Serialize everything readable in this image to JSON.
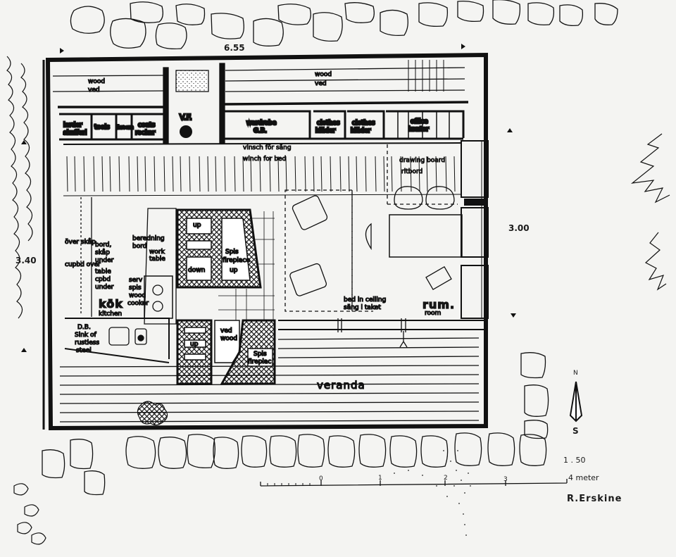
{
  "drawing": {
    "dimensions": {
      "width_top": "6.55",
      "depth_left": "3.40",
      "depth_right": "3.00"
    },
    "labels": {
      "wood_left": "wood",
      "ved_left": "ved",
      "wood_right": "wood",
      "ved_right": "ved",
      "larder": "larder",
      "skafferi": "skafferi",
      "tools": "tools",
      "broom": "broom",
      "coats": "coats",
      "rockar": "rockar",
      "vf": "V.F.",
      "wardrobe": "wardrobe",
      "gb": "G.B.",
      "clothes1": "clothes",
      "klader1": "kläder",
      "clothes2": "clothes",
      "klader2": "kläder",
      "office": "office",
      "kontor": "kontor",
      "vinsch": "vinsch för säng",
      "winch": "winch for bed",
      "drawing_board": "drawing board",
      "ritbord": "ritbord",
      "over_skap": "över skåp",
      "cupbd_over": "cupbd over",
      "bord_skap": "bord,",
      "skap": "skåp",
      "under": "under",
      "table": "table",
      "cpbd": "cpbd",
      "under2": "under",
      "beredning": "beredning",
      "bord": "bord",
      "work": "work",
      "work_table": "table",
      "serv": "serv",
      "spis": "spis",
      "wood_cooker1": "wood",
      "wood_cooker2": "cooker",
      "kok": "kök",
      "kitchen": "kitchen",
      "db": "D.B.",
      "sink1": "Sink of",
      "sink2": "rustless",
      "sink3": "steel",
      "up1": "up",
      "down": "down",
      "up2": "up",
      "up3": "up",
      "spis_fireplace1": "Spis",
      "fireplace1": "fireplace",
      "ved_wood1": "ved",
      "ved_wood2": "wood",
      "spis_fireplace2": "Spis",
      "fireplace2": "fireplac",
      "bed_ceiling": "bed in ceiling",
      "sang_taket": "säng i taket",
      "rum": "rum.",
      "room": "room",
      "veranda": "veranda"
    },
    "north_arrow": {
      "north": "N",
      "south": "S"
    },
    "scale": {
      "ratio": "1 . 50",
      "ticks": [
        "0",
        "1",
        "2",
        "3",
        "4 meter"
      ]
    },
    "signature": "R.Erskine",
    "colors": {
      "ink": "#111111",
      "paper": "#f4f4f2"
    }
  }
}
